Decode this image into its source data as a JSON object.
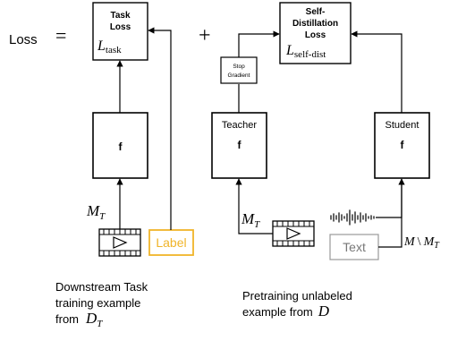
{
  "equation": {
    "loss_word": "Loss",
    "equals": "=",
    "plus": "+"
  },
  "task_loss_box": {
    "line1": "Task",
    "line2": "Loss",
    "symbol": "L",
    "subscript": "task"
  },
  "self_distillation_box": {
    "line1": "Self-",
    "line2": "Distillation",
    "line3": "Loss",
    "symbol": "L",
    "subscript": "self-dist"
  },
  "downstream_model": {
    "label": "f"
  },
  "teacher_model": {
    "title": "Teacher",
    "label": "f"
  },
  "student_model": {
    "title": "Student",
    "label": "f"
  },
  "stop_gradient": {
    "line1": "Stop",
    "line2": "Gradient"
  },
  "label_box": {
    "text": "Label",
    "color": "#f0b429"
  },
  "text_box": {
    "text": "Text",
    "color": "#777777"
  },
  "mask_labels": {
    "left_symbol": "M",
    "left_sub": "T",
    "teacher_symbol": "M",
    "teacher_sub": "T",
    "student_m": "M",
    "backslash": "\\",
    "student_m2": "M",
    "student_sub": "T"
  },
  "captions": {
    "left_line1": "Downstream Task",
    "left_line2": "training example",
    "left_line3": "from",
    "left_symbol": "D",
    "left_sub": "T",
    "right_line1": "Pretraining unlabeled",
    "right_line2": "example from",
    "right_symbol": "D"
  },
  "icons": {
    "video": "video-clip-icon",
    "audio": "audio-waveform-icon"
  }
}
